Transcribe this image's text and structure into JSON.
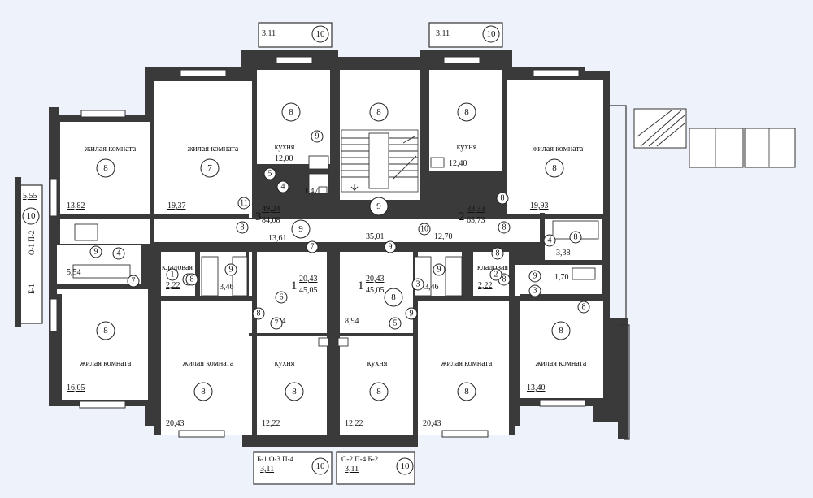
{
  "balconies_top": [
    {
      "area": "3,11",
      "num": "10"
    },
    {
      "area": "3,11",
      "num": "10"
    }
  ],
  "balconies_bottom": [
    {
      "area": "3,11",
      "num": "10",
      "marks": "Б-1 О-3 П-4"
    },
    {
      "area": "3,11",
      "num": "10",
      "marks": "О-2 П-4 Б-2"
    }
  ],
  "balcony_left": {
    "area": "5,55",
    "num": "10",
    "mark1": "О-1 П-2",
    "mark2": "Б-1"
  },
  "labels": {
    "living": "жилая комната",
    "kitchen": "кухня",
    "storage": "кладовая"
  },
  "areas": {
    "a1": "13,82",
    "a2": "19,37",
    "a3": "12,00",
    "a4": "1,47",
    "a5": "12,40",
    "a6": "19,93",
    "a7": "5,54",
    "a8": "13,61",
    "a9": "35,01",
    "a10": "12,70",
    "a11": "3,38",
    "a12": "2,22",
    "a13": "3,46",
    "a14": "3,46",
    "a15": "2,22",
    "a16": "1,70",
    "a17": "8,94",
    "a18": "8,94",
    "a19": "16,05",
    "a20": "20,43",
    "a21": "12,22",
    "a22": "12,22",
    "a23": "20,43",
    "a24": "13,40"
  },
  "apartments": {
    "apt3": {
      "num": "3",
      "living": "49,24",
      "total": "84,08"
    },
    "apt2": {
      "num": "2",
      "living": "33,33",
      "total": "65,73"
    },
    "apt1a": {
      "num": "1",
      "living": "20,43",
      "total": "45,05"
    },
    "apt1b": {
      "num": "1",
      "living": "20,43",
      "total": "45,05"
    }
  },
  "circle_marks": [
    "8",
    "7",
    "8",
    "8",
    "8",
    "8",
    "9",
    "5",
    "4",
    "11",
    "8",
    "9",
    "9",
    "7",
    "10",
    "8",
    "8",
    "9",
    "4",
    "9",
    "8",
    "1",
    "8",
    "9",
    "9",
    "4",
    "8",
    "9",
    "3",
    "8",
    "8",
    "2",
    "3",
    "8",
    "9",
    "7",
    "6",
    "8",
    "8",
    "8",
    "5",
    "8",
    "7",
    "8",
    "8",
    "8",
    "8"
  ]
}
